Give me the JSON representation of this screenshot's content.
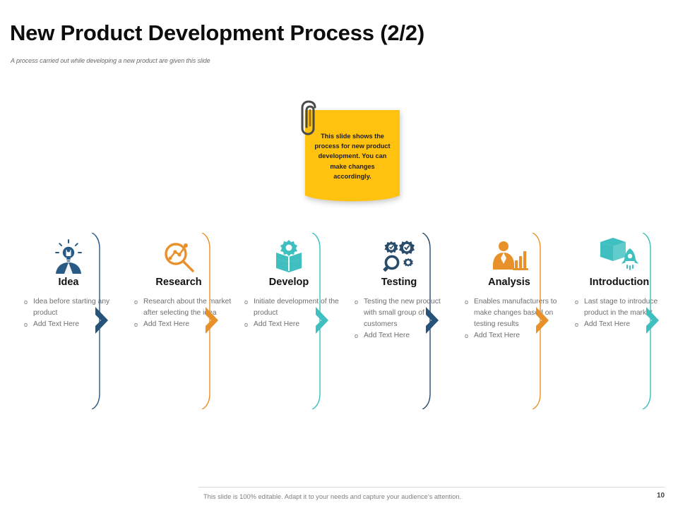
{
  "header": {
    "title": "New Product Development Process (2/2)",
    "subtitle": "A process carried out while developing a new product are given this slide"
  },
  "note": {
    "icon": "paperclip-icon",
    "color": "#FFC20E",
    "text": "This slide shows the process for new product development. You can make changes accordingly."
  },
  "palette": {
    "dark_blue": "#255379",
    "orange": "#E8912A",
    "teal": "#3FBFBF",
    "text_gray": "#6d6e71",
    "title_black": "#111111"
  },
  "process": {
    "steps": [
      {
        "title": "Idea",
        "icon": "lightbulb-person-icon",
        "color": "#2A5B86",
        "bullets": [
          "Idea before starting any product",
          "Add Text Here"
        ]
      },
      {
        "title": "Research",
        "icon": "magnifier-chart-icon",
        "color": "#E8912A",
        "bullets": [
          "Research about the market after selecting the idea",
          "Add Text Here"
        ]
      },
      {
        "title": "Develop",
        "icon": "open-box-gear-icon",
        "color": "#3FBFBF",
        "bullets": [
          "Initiate development of the product",
          "Add Text Here"
        ]
      },
      {
        "title": "Testing",
        "icon": "gears-check-icon",
        "color": "#2A4C6B",
        "bullets": [
          "Testing the new product with small group of customers",
          "Add Text Here"
        ]
      },
      {
        "title": "Analysis",
        "icon": "businessman-bar-chart-icon",
        "color": "#E8912A",
        "bullets": [
          "Enables manufacturers to make changes based on testing results",
          "Add Text Here"
        ]
      },
      {
        "title": "Introduction",
        "icon": "cube-rocket-icon",
        "color": "#3FBFBF",
        "bullets": [
          "Last stage to introduce product in the market",
          "Add Text Here"
        ]
      }
    ],
    "bullet_marker": "o"
  },
  "footer": {
    "text": "This slide is 100% editable. Adapt it to your needs and capture your audience's attention.",
    "page_number": "10"
  }
}
